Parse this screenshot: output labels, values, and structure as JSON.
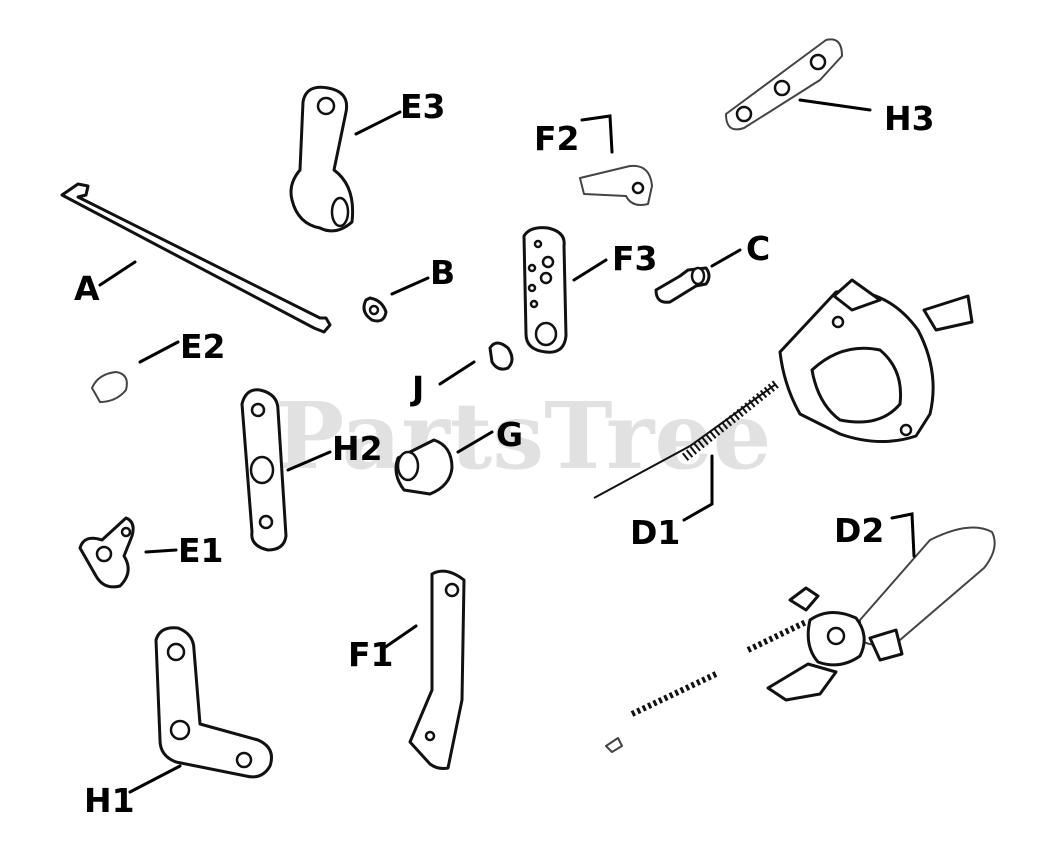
{
  "watermark": "PartsTree",
  "callouts": {
    "A": "A",
    "B": "B",
    "C": "C",
    "D1": "D1",
    "D2": "D2",
    "E1": "E1",
    "E2": "E2",
    "E3": "E3",
    "F1": "F1",
    "F2": "F2",
    "F3": "F3",
    "G": "G",
    "H1": "H1",
    "H2": "H2",
    "H3": "H3",
    "J": "J"
  },
  "colors": {
    "line": "#111111",
    "watermark": "#c8c8c8",
    "background": "#ffffff"
  }
}
